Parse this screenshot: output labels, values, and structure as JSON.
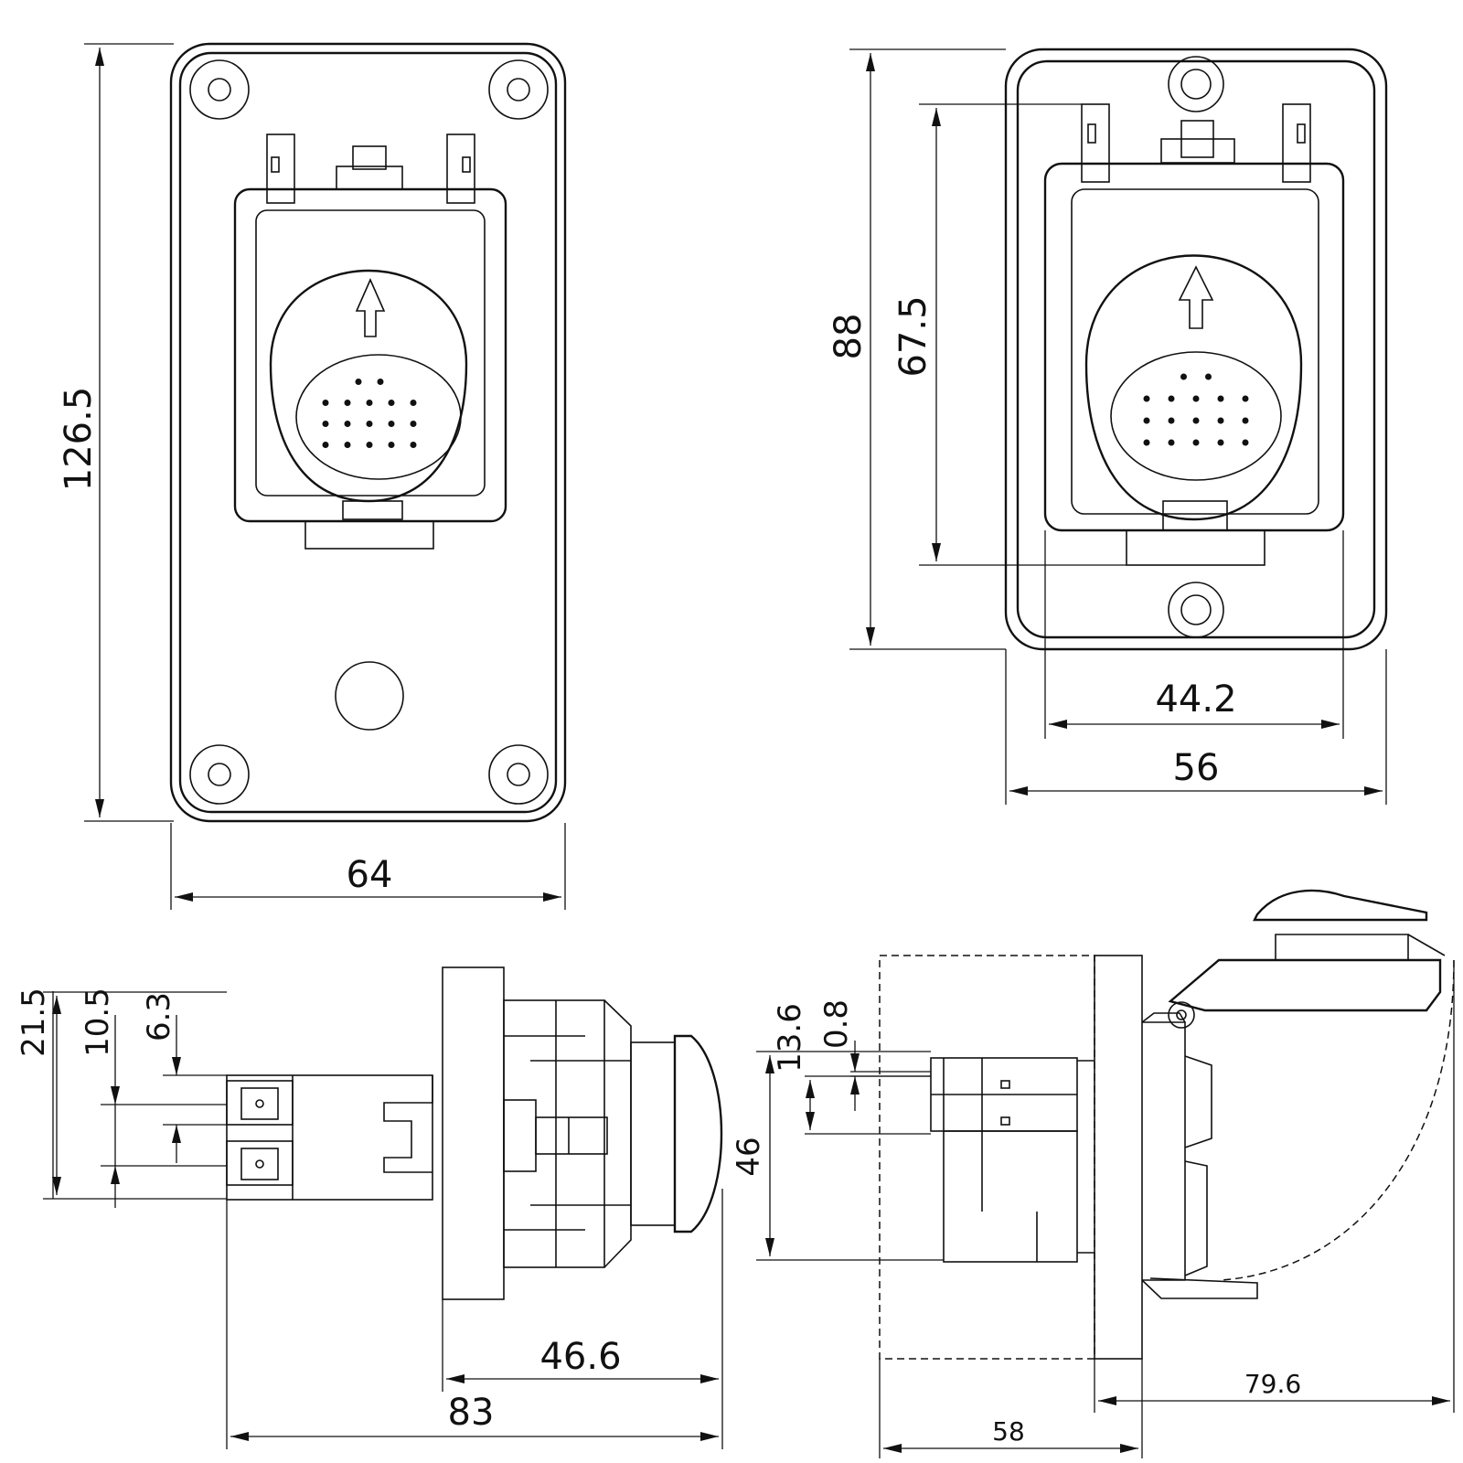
{
  "dimensions": {
    "front_left_height": "126.5",
    "front_left_width": "64",
    "front_right_height": "88",
    "front_right_inner_height": "67.5",
    "front_right_inner_width": "44.2",
    "front_right_width": "56",
    "side_left_21_5": "21.5",
    "side_left_10_5": "10.5",
    "side_left_6_3": "6.3",
    "side_left_46_6": "46.6",
    "side_left_83": "83",
    "side_right_13_6": "13.6",
    "side_right_0_8": "0.8",
    "side_right_46": "46",
    "side_right_79_6": "79.6",
    "side_right_58": "58"
  }
}
